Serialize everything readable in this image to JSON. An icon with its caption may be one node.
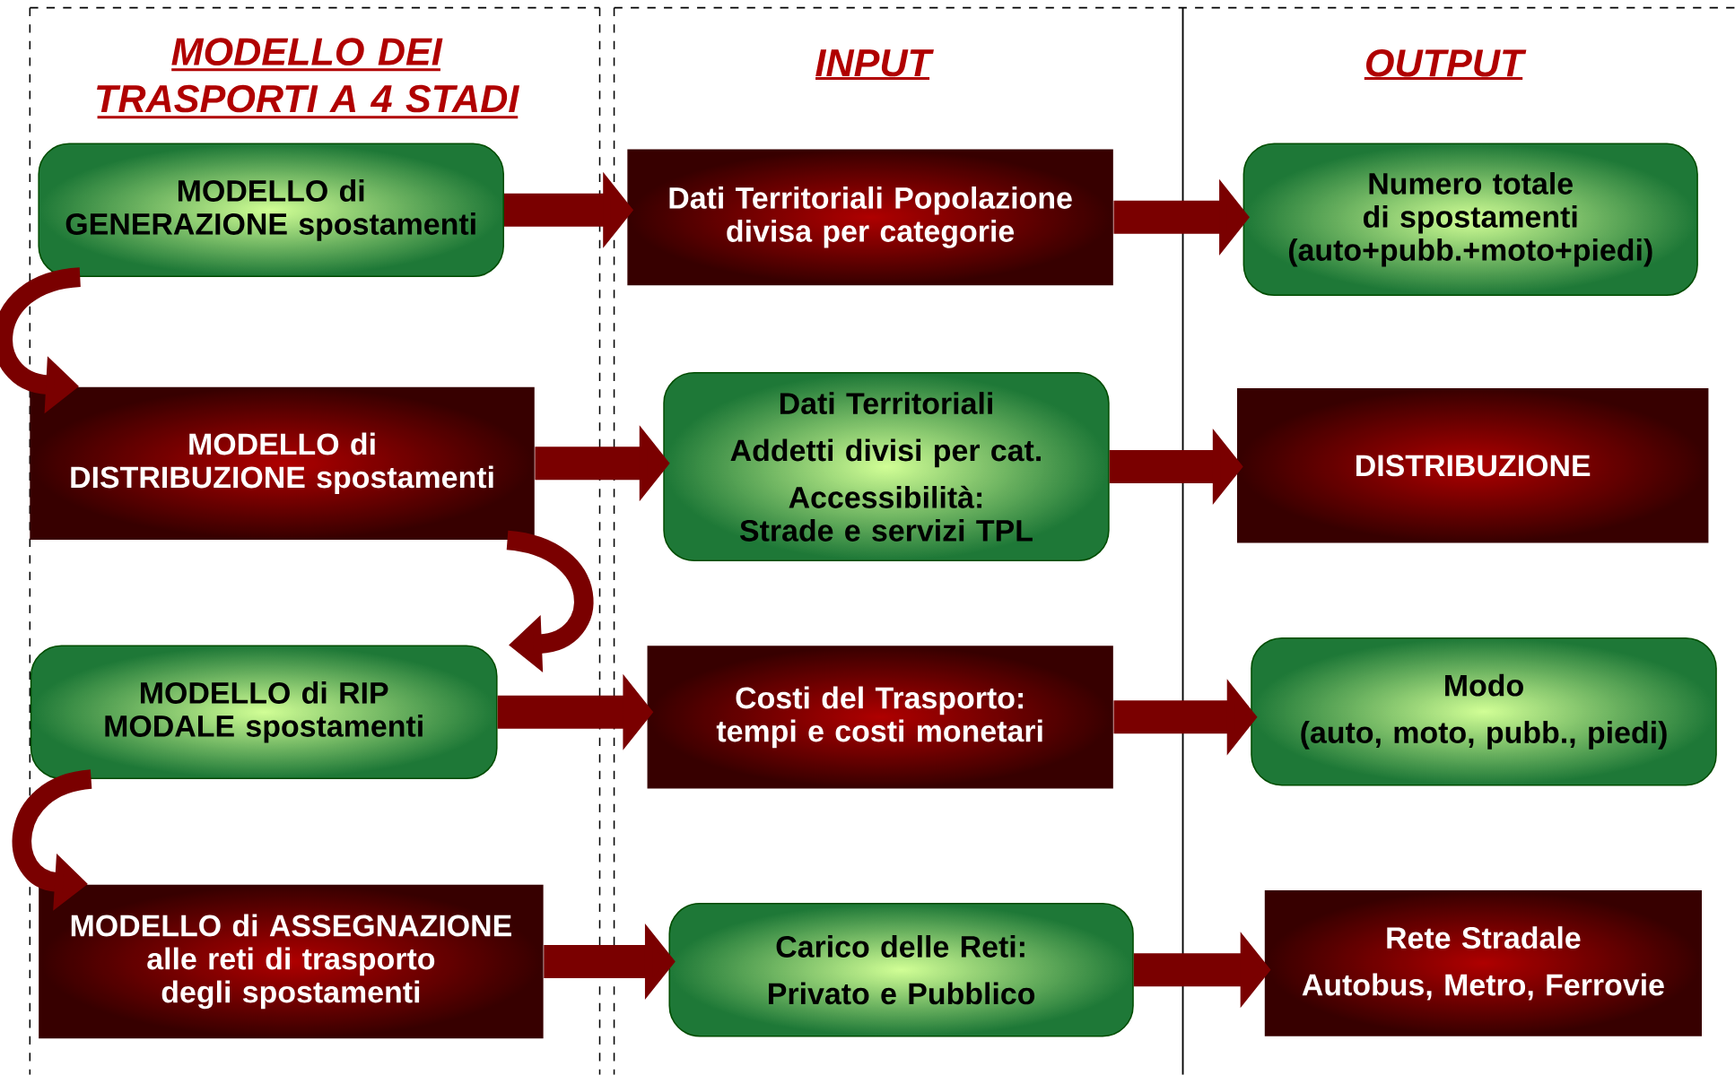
{
  "diagram": {
    "nodes": [
      {
        "text": [
          "MODELLO di GENERAZIONE spostamenti"
        ]
      },
      {
        "text": [
          "Dati Territoriali Popolazione divisa per categorie"
        ]
      },
      {
        "text": [
          "Numero totale di spostamenti (auto+pubb.+moto+piedi)"
        ]
      },
      {
        "text": [
          "MODELLO di DISTRIBUZIONE spostamenti"
        ]
      },
      {
        "text": [
          "Dati Territoriali",
          "Addetti divisi per cat.",
          "Accessibilità: Strade e servizi TPL"
        ]
      },
      {
        "text": [
          "DISTRIBUZIONE"
        ]
      },
      {
        "text": [
          "MODELLO di RIP MODALE spostamenti"
        ]
      },
      {
        "text": [
          "Costi del Trasporto: tempi e costi monetari"
        ]
      },
      {
        "text": [
          "Modo",
          "(auto, moto, pubb., piedi)"
        ]
      },
      {
        "text": [
          "MODELLO di ASSEGNAZIONE alle reti di trasporto degli spostamenti"
        ]
      },
      {
        "text": [
          "Carico delle Reti:",
          "Privato e Pubblico"
        ]
      },
      {
        "text": [
          "Rete Stradale",
          "Autobus, Metro, Ferrovie"
        ]
      }
    ],
    "edges": [
      {
        "from": 0,
        "to": 1,
        "arrow": "to"
      },
      {
        "from": 1,
        "to": 2,
        "arrow": "to"
      },
      {
        "from": 3,
        "to": 4,
        "arrow": "to"
      },
      {
        "from": 4,
        "to": 5,
        "arrow": "to"
      },
      {
        "from": 6,
        "to": 7,
        "arrow": "to"
      },
      {
        "from": 7,
        "to": 8,
        "arrow": "to"
      },
      {
        "from": 9,
        "to": 10,
        "arrow": "to"
      },
      {
        "from": 10,
        "to": 11,
        "arrow": "to"
      },
      {
        "from": 0,
        "to": 3,
        "arrow": "to"
      },
      {
        "from": 3,
        "to": 6,
        "arrow": "to"
      },
      {
        "from": 6,
        "to": 9,
        "arrow": "to"
      }
    ],
    "labels": [
      "MODELLO DEI TRASPORTI A 4 STADI",
      "INPUT",
      "OUTPUT"
    ]
  }
}
